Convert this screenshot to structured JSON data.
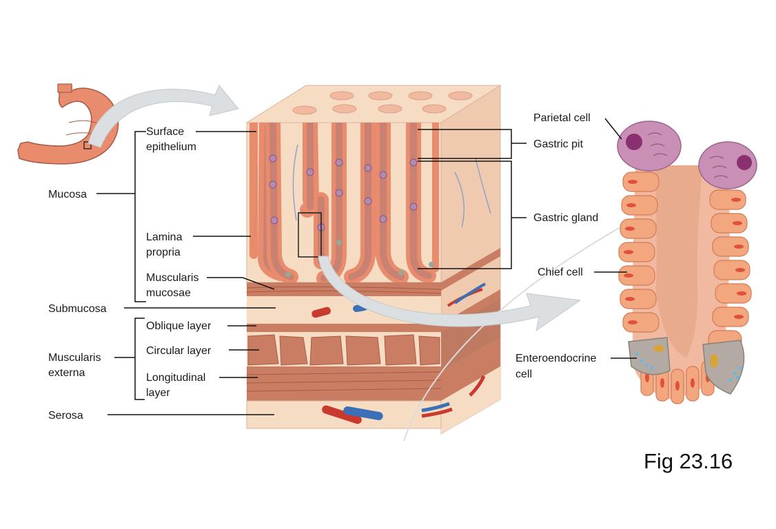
{
  "figure_number": "Fig 23.16",
  "colors": {
    "tissue_light": "#f7dcc4",
    "tissue_pink": "#f0b9a0",
    "epithelium": "#e98b6d",
    "muscle": "#c97d63",
    "muscle_dark": "#a75a45",
    "arrow": "#d8dbdd",
    "parietal": "#c98fb4",
    "vessel_red": "#c83a2e",
    "vessel_blue": "#3b6fb6"
  },
  "labels": {
    "surface_epithelium": [
      "Surface",
      "epithelium"
    ],
    "mucosa": "Mucosa",
    "lamina_propria": [
      "Lamina",
      "propria"
    ],
    "muscularis_mucosae": [
      "Muscularis",
      "mucosae"
    ],
    "submucosa": "Submucosa",
    "oblique_layer": "Oblique layer",
    "circular_layer": "Circular layer",
    "muscularis_externa": [
      "Muscularis",
      "externa"
    ],
    "longitudinal_layer": [
      "Longitudinal",
      "layer"
    ],
    "serosa": "Serosa",
    "parietal_cell": "Parietal cell",
    "gastric_pit": "Gastric pit",
    "gastric_gland": "Gastric gland",
    "chief_cell": "Chief cell",
    "enteroendocrine_cell": [
      "Enteroendocrine",
      "cell"
    ]
  }
}
